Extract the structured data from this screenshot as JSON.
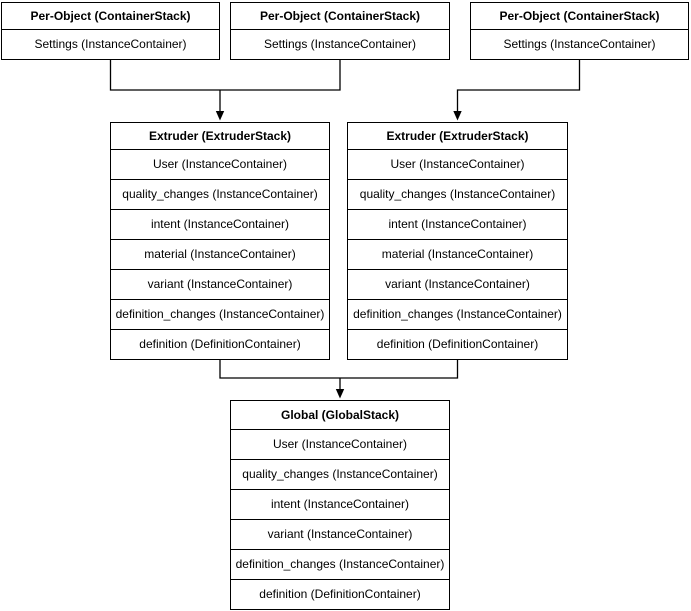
{
  "colors": {
    "background": "#ffffff",
    "box_fill": "#ffffff",
    "line": "#000000",
    "text": "#000000"
  },
  "stacks": {
    "per_object_1": {
      "title": "Per-Object (ContainerStack)",
      "rows": [
        "Settings (InstanceContainer)"
      ]
    },
    "per_object_2": {
      "title": "Per-Object (ContainerStack)",
      "rows": [
        "Settings (InstanceContainer)"
      ]
    },
    "per_object_3": {
      "title": "Per-Object (ContainerStack)",
      "rows": [
        "Settings (InstanceContainer)"
      ]
    },
    "extruder_1": {
      "title": "Extruder (ExtruderStack)",
      "rows": [
        "User (InstanceContainer)",
        "quality_changes (InstanceContainer)",
        "intent (InstanceContainer)",
        "material (InstanceContainer)",
        "variant (InstanceContainer)",
        "definition_changes (InstanceContainer)",
        "definition (DefinitionContainer)"
      ]
    },
    "extruder_2": {
      "title": "Extruder (ExtruderStack)",
      "rows": [
        "User (InstanceContainer)",
        "quality_changes (InstanceContainer)",
        "intent (InstanceContainer)",
        "material (InstanceContainer)",
        "variant (InstanceContainer)",
        "definition_changes (InstanceContainer)",
        "definition (DefinitionContainer)"
      ]
    },
    "global": {
      "title": "Global (GlobalStack)",
      "rows": [
        "User (InstanceContainer)",
        "quality_changes (InstanceContainer)",
        "intent (InstanceContainer)",
        "variant (InstanceContainer)",
        "definition_changes (InstanceContainer)",
        "definition (DefinitionContainer)"
      ]
    }
  },
  "connectors": [
    {
      "from": "per_object_1",
      "to": "extruder_1"
    },
    {
      "from": "per_object_2",
      "to": "extruder_1"
    },
    {
      "from": "per_object_3",
      "to": "extruder_2"
    },
    {
      "from": "extruder_1",
      "to": "global"
    },
    {
      "from": "extruder_2",
      "to": "global"
    }
  ]
}
